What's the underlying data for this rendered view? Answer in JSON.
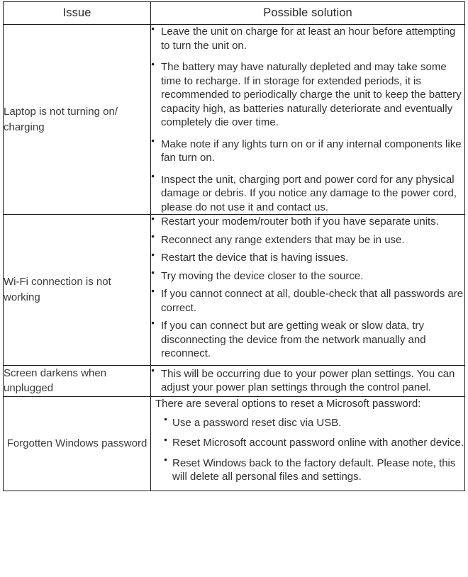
{
  "table": {
    "headers": {
      "issue": "Issue",
      "solution": "Possible solution"
    },
    "rows": [
      {
        "issue": "Laptop is not turning on/ charging",
        "intro": "",
        "bullets": [
          "Leave the unit on charge for at least an hour before attempting to turn the unit on.",
          "The battery may have naturally depleted and may take some time to recharge. If in storage for extended periods, it is recommended to periodically charge the unit to keep the battery capacity high, as batteries naturally deteriorate and eventually completely die over time.",
          "Make note if any lights turn on or if any internal components like fan turn on.",
          "Inspect the unit, charging port and power cord for any physical damage or debris. If you notice any damage to the power cord, please do not use it and contact us."
        ]
      },
      {
        "issue": "Wi-Fi connection is not working",
        "intro": "",
        "bullets": [
          "Restart your modem/router both if you have separate units.",
          "Reconnect any range extenders that may be in use.",
          "Restart the device that is having issues.",
          "Try moving the device closer to the source.",
          "If you cannot connect at all, double-check that all passwords are correct.",
          "If you can connect but are getting weak or slow data, try disconnecting the device from the network manually and reconnect."
        ]
      },
      {
        "issue": "Screen darkens when unplugged",
        "intro": "",
        "bullets": [
          "This will be occurring due to your power plan settings. You can adjust your power plan settings through the control panel."
        ]
      },
      {
        "issue": "Forgotten Windows password",
        "intro": "There are several options to reset a Microsoft password:",
        "bullets": [
          "Use a password reset disc via USB.",
          "Reset Microsoft account password online with another device.",
          "Reset Windows back to the factory default. Please note, this will delete all personal files and settings."
        ]
      }
    ]
  },
  "colors": {
    "border": "#1a1a1a",
    "text": "#2f2f2f",
    "bullet": "#1f1f1f",
    "background": "#ffffff"
  }
}
